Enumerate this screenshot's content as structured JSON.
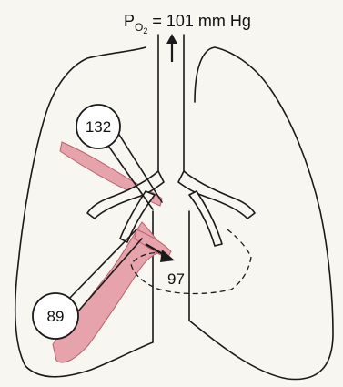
{
  "title": {
    "p": "P",
    "sub_o": "O",
    "sub_2": "2",
    "rest": " = 101 mm Hg"
  },
  "labels": {
    "upper_po2": "132",
    "lower_po2": "89",
    "mixed_po2": "97"
  },
  "colors": {
    "vessel_fill": "#e7a3ab",
    "vessel_stroke": "#b9606d",
    "ink": "#1a1a1a",
    "paper": "#f7f6f1"
  }
}
